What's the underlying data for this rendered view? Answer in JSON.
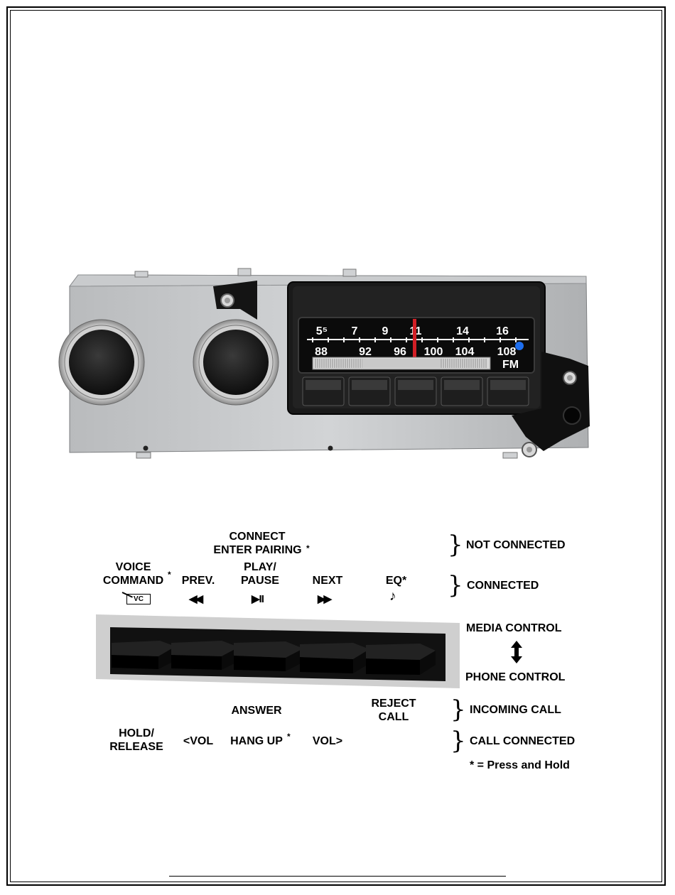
{
  "radio": {
    "am_scale": [
      "5⁵",
      "7",
      "9",
      "11",
      "14",
      "16"
    ],
    "fm_scale": [
      "88",
      "92",
      "96",
      "100",
      "104",
      "108"
    ],
    "band": "FM"
  },
  "top_labels": {
    "connect": "CONNECT",
    "enter_pairing": "ENTER PAIRING",
    "voice": "VOICE",
    "command": "COMMAND",
    "prev": "PREV.",
    "play": "PLAY/",
    "pause": "PAUSE",
    "next": "NEXT",
    "eq": "EQ*",
    "vc": "VC",
    "prev_symbol": "◀◀",
    "play_symbol": "▶II",
    "next_symbol": "▶▶",
    "eq_symbol": "♪",
    "asterisk": "*"
  },
  "side_labels": {
    "not_connected": "NOT CONNECTED",
    "connected": "CONNECTED",
    "media_control": "MEDIA CONTROL",
    "phone_control": "PHONE CONTROL",
    "incoming_call": "INCOMING CALL",
    "call_connected": "CALL CONNECTED",
    "footnote": "* = Press and Hold",
    "brace": "}"
  },
  "bottom_labels": {
    "answer": "ANSWER",
    "reject": "REJECT",
    "call": "CALL",
    "hold": "HOLD/",
    "release": "RELEASE",
    "vol_down": "<VOL",
    "hang_up": "HANG UP",
    "vol_up": "VOL>"
  }
}
